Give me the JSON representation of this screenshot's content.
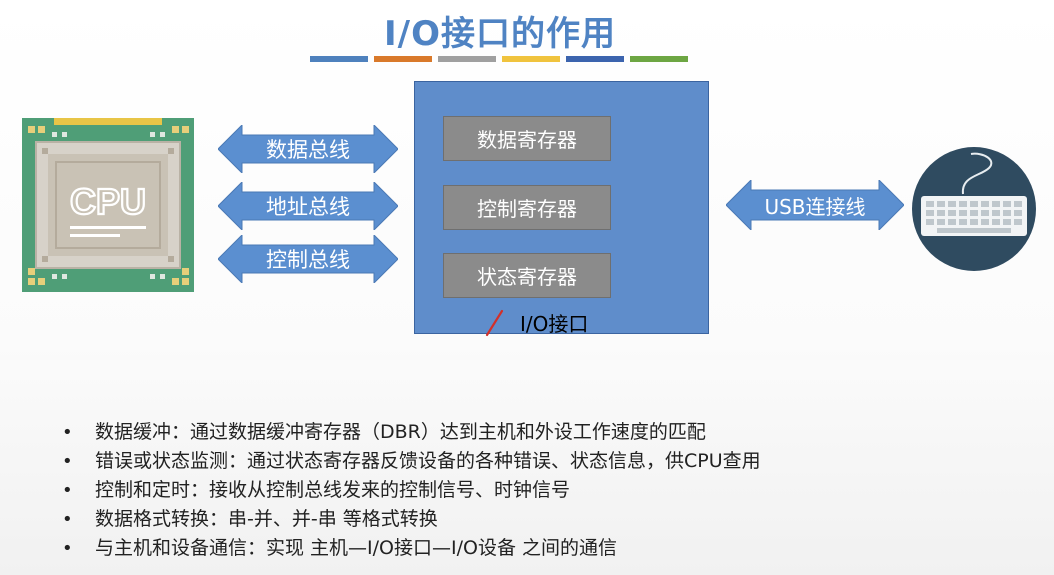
{
  "title": "I/O接口的作用",
  "title_bar_colors": [
    "#4e81bd",
    "#d9792a",
    "#a0a0a0",
    "#f0c33d",
    "#3c64ae",
    "#6da643"
  ],
  "cpu": {
    "label": "CPU"
  },
  "buses": [
    {
      "label": "数据总线"
    },
    {
      "label": "地址总线"
    },
    {
      "label": "控制总线"
    }
  ],
  "registers": [
    {
      "label": "数据寄存器"
    },
    {
      "label": "控制寄存器"
    },
    {
      "label": "状态寄存器"
    }
  ],
  "io_interface_label": "I/O接口",
  "usb_label": "USB连接线",
  "bullets": [
    "数据缓冲：通过数据缓冲寄存器（DBR）达到主机和外设工作速度的匹配",
    "错误或状态监测：通过状态寄存器反馈设备的各种错误、状态信息，供CPU查用",
    "控制和定时：接收从控制总线发来的控制信号、时钟信号",
    "数据格式转换：串-并、并-串 等格式转换",
    "与主机和设备通信：实现 主机—I/O接口—I/O设备 之间的通信"
  ],
  "colors": {
    "title": "#4f83c3",
    "arrow": "#5b8fd0",
    "io_box": "#5f8dcb",
    "register": "#8b8b8b",
    "cpu_board": "#4f9e77",
    "keyboard_circle": "#2f4b60"
  }
}
